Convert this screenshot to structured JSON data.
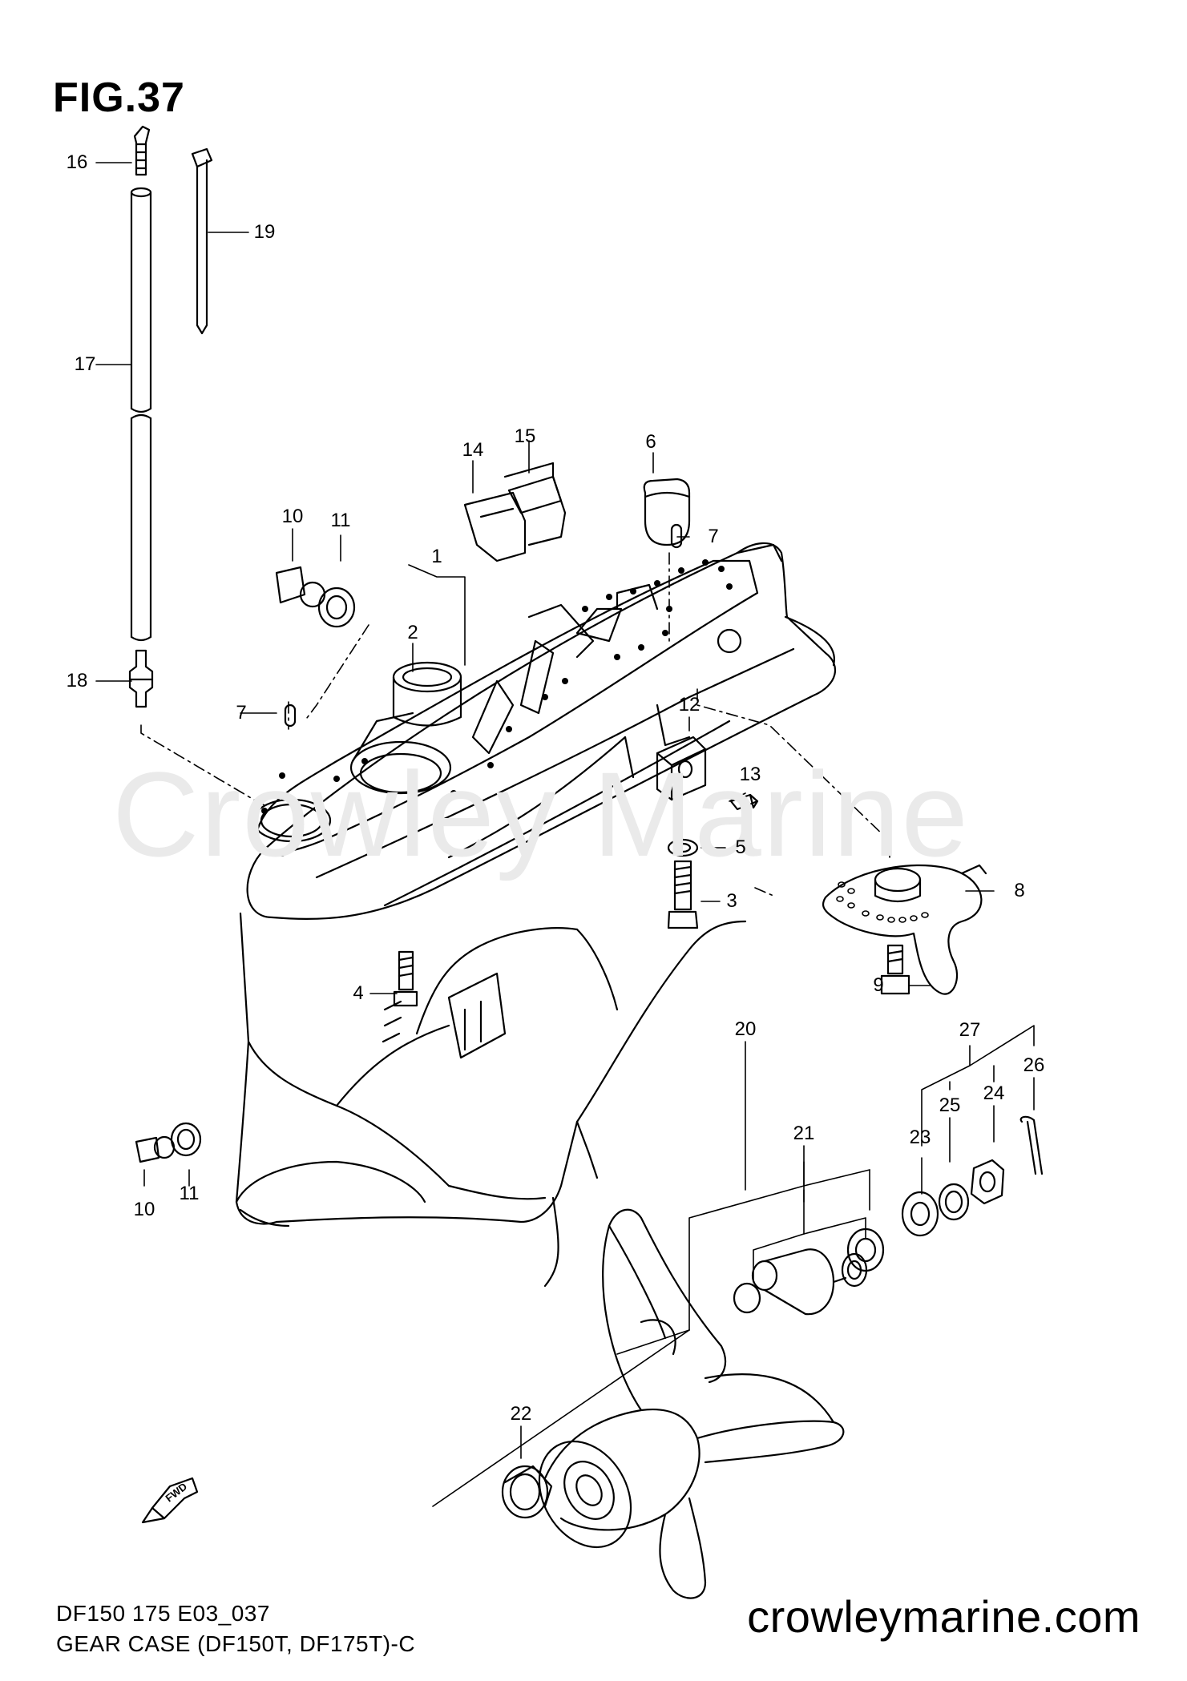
{
  "figure": {
    "title": "FIG.37",
    "code": "DF150 175 E03_037",
    "name": "GEAR CASE (DF150T, DF175T)-C",
    "website": "crowleymarine.com",
    "watermark": "Crowley Marine",
    "direction_label": "FWD"
  },
  "callouts": {
    "c16": "16",
    "c19": "19",
    "c17": "17",
    "c18": "18",
    "c10a": "10",
    "c11a": "11",
    "c1": "1",
    "c2": "2",
    "c14": "14",
    "c15": "15",
    "c6": "6",
    "c7a": "7",
    "c7b": "7",
    "c12": "12",
    "c13": "13",
    "c5": "5",
    "c3": "3",
    "c8": "8",
    "c4": "4",
    "c9": "9",
    "c27": "27",
    "c26": "26",
    "c24": "24",
    "c25": "25",
    "c23": "23",
    "c10b": "10",
    "c11b": "11",
    "c20": "20",
    "c21": "21",
    "c22": "22"
  }
}
